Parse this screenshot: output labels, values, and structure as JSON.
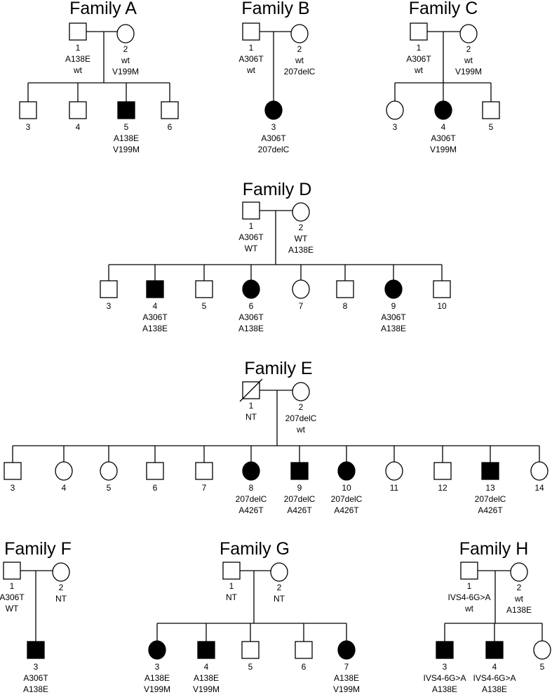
{
  "families": [
    {
      "id": "A",
      "title": "Family A",
      "parents": [
        {
          "num": "1",
          "sex": "M",
          "affected": false,
          "deceased": false,
          "genotype": [
            "A138E",
            "wt"
          ]
        },
        {
          "num": "2",
          "sex": "F",
          "affected": false,
          "deceased": false,
          "genotype": [
            "wt",
            "V199M"
          ]
        }
      ],
      "children": [
        {
          "num": "3",
          "sex": "M",
          "affected": false,
          "genotype": []
        },
        {
          "num": "4",
          "sex": "M",
          "affected": false,
          "genotype": []
        },
        {
          "num": "5",
          "sex": "M",
          "affected": true,
          "genotype": [
            "A138E",
            "V199M"
          ]
        },
        {
          "num": "6",
          "sex": "M",
          "affected": false,
          "genotype": []
        }
      ]
    },
    {
      "id": "B",
      "title": "Family B",
      "parents": [
        {
          "num": "1",
          "sex": "M",
          "affected": false,
          "deceased": false,
          "genotype": [
            "A306T",
            "wt"
          ]
        },
        {
          "num": "2",
          "sex": "F",
          "affected": false,
          "deceased": false,
          "genotype": [
            "wt",
            "207delC"
          ]
        }
      ],
      "children": [
        {
          "num": "3",
          "sex": "F",
          "affected": true,
          "genotype": [
            "A306T",
            "207delC"
          ]
        }
      ]
    },
    {
      "id": "C",
      "title": "Family C",
      "parents": [
        {
          "num": "1",
          "sex": "M",
          "affected": false,
          "deceased": false,
          "genotype": [
            "A306T",
            "wt"
          ]
        },
        {
          "num": "2",
          "sex": "F",
          "affected": false,
          "deceased": false,
          "genotype": [
            "wt",
            "V199M"
          ]
        }
      ],
      "children": [
        {
          "num": "3",
          "sex": "F",
          "affected": false,
          "genotype": []
        },
        {
          "num": "4",
          "sex": "F",
          "affected": true,
          "genotype": [
            "A306T",
            "V199M"
          ]
        },
        {
          "num": "5",
          "sex": "M",
          "affected": false,
          "genotype": []
        }
      ]
    },
    {
      "id": "D",
      "title": "Family D",
      "parents": [
        {
          "num": "1",
          "sex": "M",
          "affected": false,
          "deceased": false,
          "genotype": [
            "A306T",
            "WT"
          ]
        },
        {
          "num": "2",
          "sex": "F",
          "affected": false,
          "deceased": false,
          "genotype": [
            "WT",
            "A138E"
          ]
        }
      ],
      "children": [
        {
          "num": "3",
          "sex": "M",
          "affected": false,
          "genotype": []
        },
        {
          "num": "4",
          "sex": "M",
          "affected": true,
          "genotype": [
            "A306T",
            "A138E"
          ]
        },
        {
          "num": "5",
          "sex": "M",
          "affected": false,
          "genotype": []
        },
        {
          "num": "6",
          "sex": "F",
          "affected": true,
          "genotype": [
            "A306T",
            "A138E"
          ]
        },
        {
          "num": "7",
          "sex": "F",
          "affected": false,
          "genotype": []
        },
        {
          "num": "8",
          "sex": "M",
          "affected": false,
          "genotype": []
        },
        {
          "num": "9",
          "sex": "F",
          "affected": true,
          "genotype": [
            "A306T",
            "A138E"
          ]
        },
        {
          "num": "10",
          "sex": "M",
          "affected": false,
          "genotype": []
        }
      ]
    },
    {
      "id": "E",
      "title": "Family E",
      "parents": [
        {
          "num": "1",
          "sex": "M",
          "affected": false,
          "deceased": true,
          "genotype": [
            "NT"
          ]
        },
        {
          "num": "2",
          "sex": "F",
          "affected": false,
          "deceased": false,
          "genotype": [
            "207delC",
            "wt"
          ]
        }
      ],
      "children": [
        {
          "num": "3",
          "sex": "M",
          "affected": false,
          "genotype": []
        },
        {
          "num": "4",
          "sex": "F",
          "affected": false,
          "genotype": []
        },
        {
          "num": "5",
          "sex": "F",
          "affected": false,
          "genotype": []
        },
        {
          "num": "6",
          "sex": "M",
          "affected": false,
          "genotype": []
        },
        {
          "num": "7",
          "sex": "M",
          "affected": false,
          "genotype": []
        },
        {
          "num": "8",
          "sex": "F",
          "affected": true,
          "genotype": [
            "207delC",
            "A426T"
          ]
        },
        {
          "num": "9",
          "sex": "M",
          "affected": true,
          "genotype": [
            "207delC",
            "A426T"
          ]
        },
        {
          "num": "10",
          "sex": "F",
          "affected": true,
          "genotype": [
            "207delC",
            "A426T"
          ]
        },
        {
          "num": "11",
          "sex": "F",
          "affected": false,
          "genotype": []
        },
        {
          "num": "12",
          "sex": "M",
          "affected": false,
          "genotype": []
        },
        {
          "num": "13",
          "sex": "M",
          "affected": true,
          "genotype": [
            "207delC",
            "A426T"
          ]
        },
        {
          "num": "14",
          "sex": "F",
          "affected": false,
          "genotype": []
        }
      ]
    },
    {
      "id": "F",
      "title": "Family F",
      "parents": [
        {
          "num": "1",
          "sex": "M",
          "affected": false,
          "deceased": false,
          "genotype": [
            "A306T",
            "WT"
          ]
        },
        {
          "num": "2",
          "sex": "F",
          "affected": false,
          "deceased": false,
          "genotype": [
            "NT"
          ]
        }
      ],
      "children": [
        {
          "num": "3",
          "sex": "M",
          "affected": true,
          "genotype": [
            "A306T",
            "A138E"
          ]
        }
      ]
    },
    {
      "id": "G",
      "title": "Family G",
      "parents": [
        {
          "num": "1",
          "sex": "M",
          "affected": false,
          "deceased": false,
          "genotype": [
            "NT"
          ]
        },
        {
          "num": "2",
          "sex": "F",
          "affected": false,
          "deceased": false,
          "genotype": [
            "NT"
          ]
        }
      ],
      "children": [
        {
          "num": "3",
          "sex": "F",
          "affected": true,
          "genotype": [
            "A138E",
            "V199M"
          ]
        },
        {
          "num": "4",
          "sex": "M",
          "affected": true,
          "genotype": [
            "A138E",
            "V199M"
          ]
        },
        {
          "num": "5",
          "sex": "M",
          "affected": false,
          "genotype": []
        },
        {
          "num": "6",
          "sex": "M",
          "affected": false,
          "genotype": []
        },
        {
          "num": "7",
          "sex": "F",
          "affected": true,
          "genotype": [
            "A138E",
            "V199M"
          ]
        }
      ]
    },
    {
      "id": "H",
      "title": "Family H",
      "parents": [
        {
          "num": "1",
          "sex": "M",
          "affected": false,
          "deceased": false,
          "genotype": [
            "IVS4-6G>A",
            "wt"
          ]
        },
        {
          "num": "2",
          "sex": "F",
          "affected": false,
          "deceased": false,
          "genotype": [
            "wt",
            "A138E"
          ]
        }
      ],
      "children": [
        {
          "num": "3",
          "sex": "M",
          "affected": true,
          "genotype": [
            "IVS4-6G>A",
            "A138E"
          ]
        },
        {
          "num": "4",
          "sex": "M",
          "affected": true,
          "genotype": [
            "IVS4-6G>A",
            "A138E"
          ]
        },
        {
          "num": "5",
          "sex": "F",
          "affected": false,
          "genotype": []
        }
      ]
    }
  ]
}
